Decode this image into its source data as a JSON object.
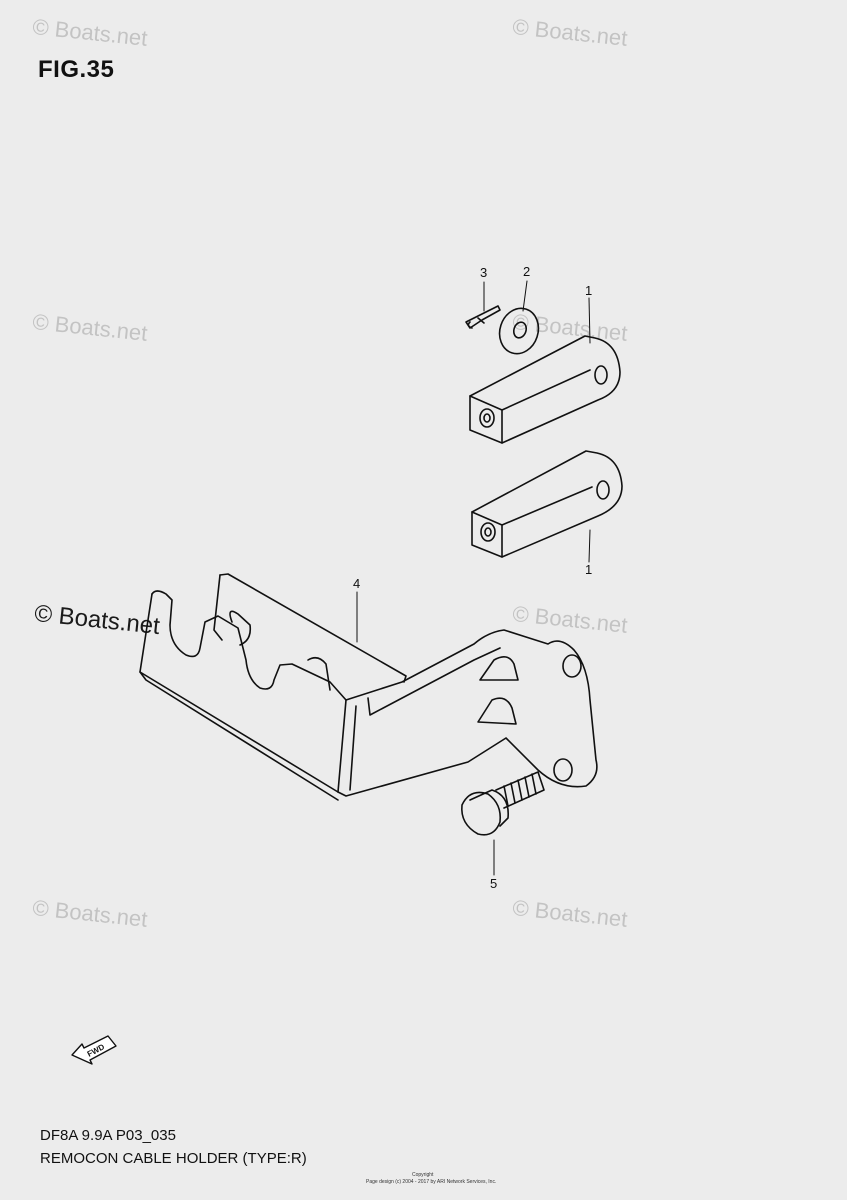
{
  "figure": {
    "title": "FIG.35"
  },
  "watermark": {
    "text": "© Boats.net"
  },
  "callouts": {
    "part1_upper": "1",
    "part1_lower": "1",
    "part2": "2",
    "part3": "3",
    "part4": "4",
    "part5": "5"
  },
  "direction_arrow": {
    "label": "FWD"
  },
  "footer": {
    "code": "DF8A 9.9A P03_035",
    "name": "REMOCON CABLE HOLDER (TYPE:R)",
    "copyright_label": "Copyright",
    "copyright_text": "Page design (c) 2004 - 2017 by ARI Network Services, Inc."
  },
  "colors": {
    "background": "#ececec",
    "line": "#111111",
    "watermark": "#9a9a9a"
  }
}
